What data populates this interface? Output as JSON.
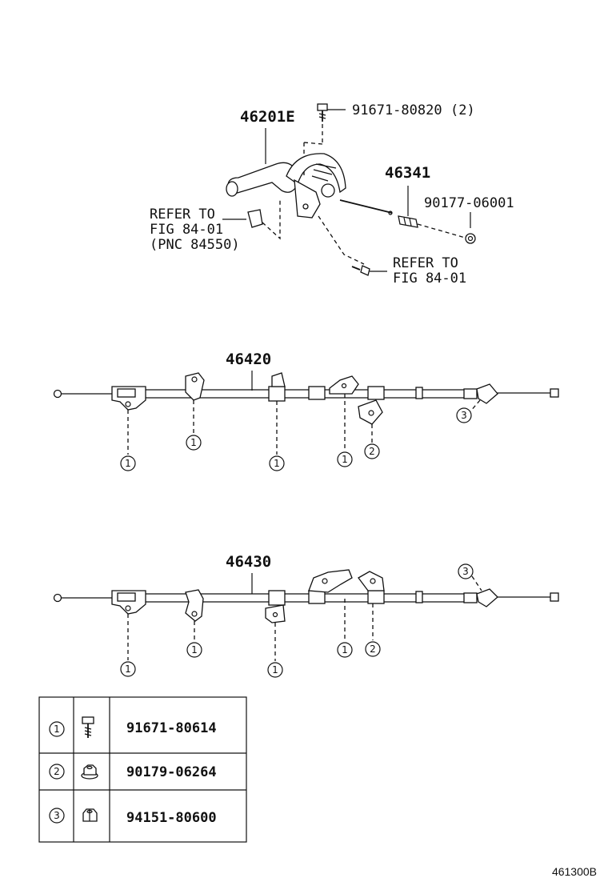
{
  "top_assembly": {
    "lever_part": "46201E",
    "bolt_part": "91671-80820",
    "bolt_qty": "(2)",
    "rod_part": "46341",
    "nut_part": "90177-06001",
    "refer_left": [
      "REFER TO",
      "FIG 84-01",
      "(PNC 84550)"
    ],
    "refer_right": [
      "REFER TO",
      "FIG 84-01"
    ]
  },
  "cable_1": {
    "part": "46420",
    "callouts": [
      "1",
      "1",
      "1",
      "1",
      "2",
      "3"
    ]
  },
  "cable_2": {
    "part": "46430",
    "callouts": [
      "1",
      "1",
      "1",
      "1",
      "2",
      "3"
    ]
  },
  "legend": {
    "rows": [
      {
        "key": "1",
        "icon": "bolt-icon",
        "part": "91671-80614"
      },
      {
        "key": "2",
        "icon": "flange-nut-icon",
        "part": "90179-06264"
      },
      {
        "key": "3",
        "icon": "hex-nut-icon",
        "part": "94151-80600"
      }
    ]
  },
  "figure_code": "461300B"
}
